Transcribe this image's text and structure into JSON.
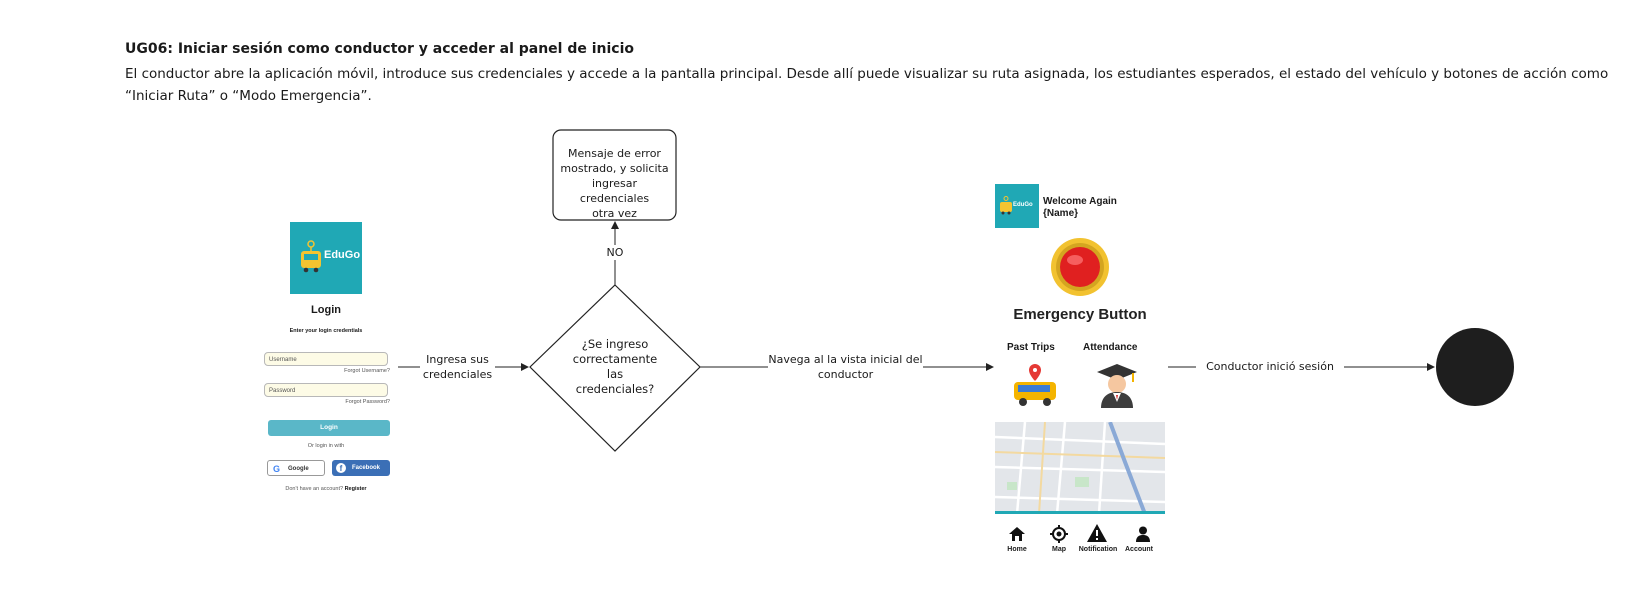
{
  "header": {
    "title": "UG06: Iniciar sesión como conductor y acceder al panel de inicio",
    "description": " El conductor abre la aplicación móvil, introduce sus credenciales y accede a la pantalla principal. Desde allí puede visualizar su ruta asignada, los estudiantes esperados, el estado del vehículo y botones de acción como “Iniciar Ruta” o “Modo Emergencia”."
  },
  "diagram": {
    "error_box": [
      "Mensaje de error",
      "mostrado, y solicita",
      "ingresar credenciales",
      "otra vez"
    ],
    "decision": [
      "¿Se ingreso",
      "correctamente",
      "las",
      "credenciales?"
    ],
    "edge_no": "NO",
    "edge_login_to_decision": [
      "Ingresa sus",
      "credenciales"
    ],
    "edge_decision_to_dashboard": [
      "Navega al la vista inicial del",
      "conductor"
    ],
    "edge_dashboard_to_end": "Conductor inició sesión"
  },
  "login_screen": {
    "logo_text": "EduGo",
    "title": "Login",
    "subtitle": "Enter your login credentials",
    "username_placeholder": "Username",
    "forgot_username": "Forgot Username?",
    "password_placeholder": "Password",
    "forgot_password": "Forgot Password?",
    "login_button": "Login",
    "or_login_with": "Or login in with",
    "google_button": "Google",
    "facebook_button": "Facebook",
    "no_account": "Don't have an account?",
    "register": "Register"
  },
  "dashboard_screen": {
    "logo_text": "EduGo",
    "welcome_line1": "Welcome Again",
    "welcome_line2": "{Name}",
    "emergency_label": "Emergency Button",
    "past_trips": "Past Trips",
    "attendance": "Attendance",
    "nav": [
      "Home",
      "Map",
      "Notification",
      "Account"
    ]
  },
  "colors": {
    "brand_teal": "#20a8b5",
    "login_button": "#5ab7c8",
    "facebook_blue": "#3b6fb6",
    "emergency_red": "#e02020",
    "emergency_ring": "#f2c230",
    "end_node": "#1e1e1e"
  }
}
